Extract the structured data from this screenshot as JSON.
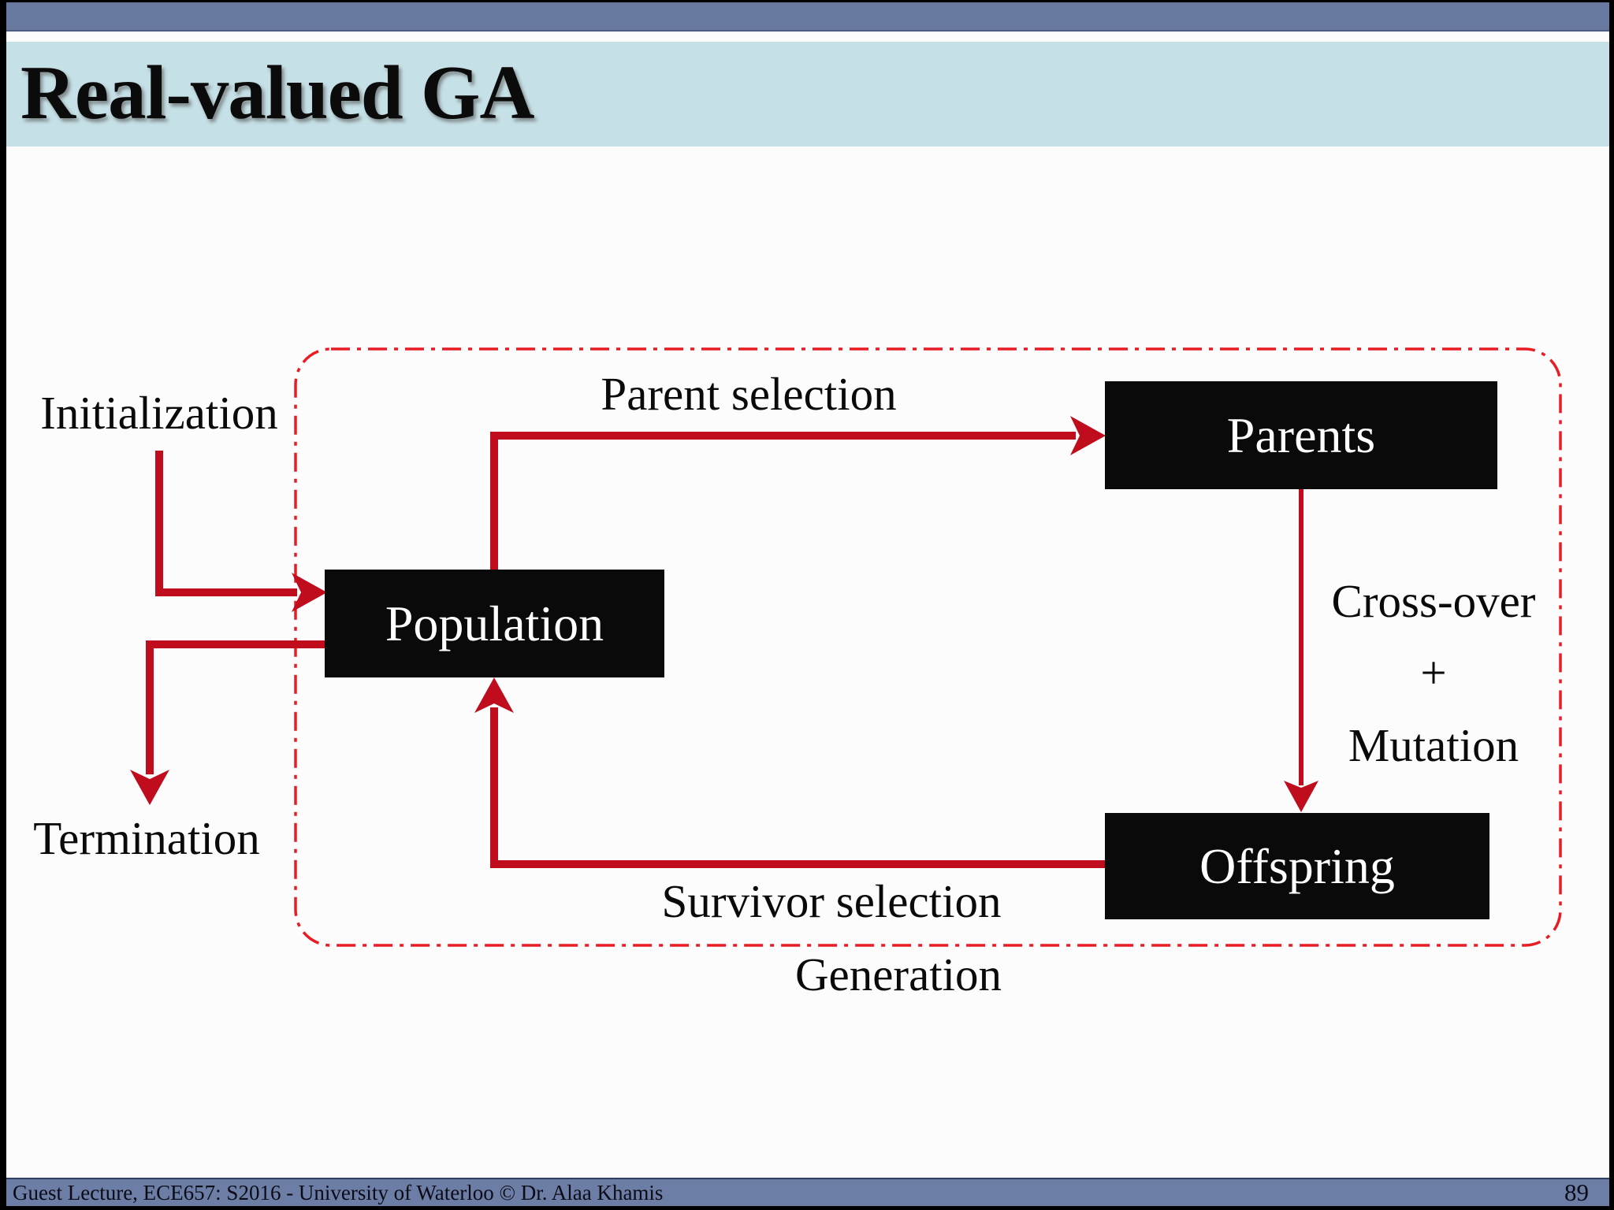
{
  "slide": {
    "title": "Real-valued GA",
    "footer_text": "Guest Lecture, ECE657: S2016  - University of Waterloo © Dr. Alaa Khamis",
    "page_number": "89"
  },
  "diagram": {
    "outside_labels": {
      "initialization": "Initialization",
      "termination": "Termination"
    },
    "boxes": {
      "population": "Population",
      "parents": "Parents",
      "offspring": "Offspring"
    },
    "edge_labels": {
      "parent_selection": "Parent selection",
      "crossover_plus_mutation": [
        "Cross-over",
        "+",
        "Mutation"
      ],
      "survivor_selection": "Survivor selection",
      "generation": "Generation"
    }
  },
  "colors": {
    "arrow_red": "#c00d1d",
    "dashed_red": "#e81c24",
    "box_black": "#0a0a0a",
    "title_band": "#c5e0e6",
    "top_bar": "#68799f",
    "footer_bar": "#6d7ea6",
    "page_border": "#000000"
  }
}
